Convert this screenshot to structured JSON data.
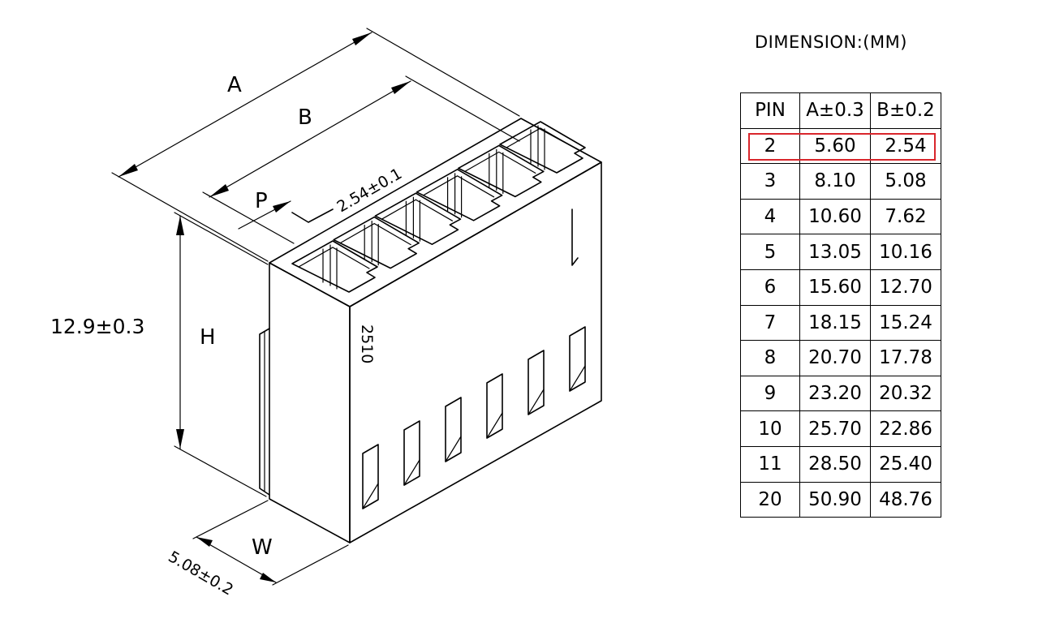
{
  "drawing": {
    "labels": {
      "a": "A",
      "b": "B",
      "p": "P",
      "h": "H",
      "w": "W",
      "pitch": "2.54±0.1",
      "height": "12.9±0.3",
      "width": "5.08±0.2",
      "part_marking": "2510"
    }
  },
  "dimension_table": {
    "title": "DIMENSION:(MM)",
    "headers": [
      "PIN",
      "A±0.3",
      "B±0.2"
    ],
    "rows": [
      [
        "2",
        "5.60",
        "2.54"
      ],
      [
        "3",
        "8.10",
        "5.08"
      ],
      [
        "4",
        "10.60",
        "7.62"
      ],
      [
        "5",
        "13.05",
        "10.16"
      ],
      [
        "6",
        "15.60",
        "12.70"
      ],
      [
        "7",
        "18.15",
        "15.24"
      ],
      [
        "8",
        "20.70",
        "17.78"
      ],
      [
        "9",
        "23.20",
        "20.32"
      ],
      [
        "10",
        "25.70",
        "22.86"
      ],
      [
        "11",
        "28.50",
        "25.40"
      ],
      [
        "20",
        "50.90",
        "48.76"
      ]
    ],
    "highlight_color": "#d9262c"
  }
}
